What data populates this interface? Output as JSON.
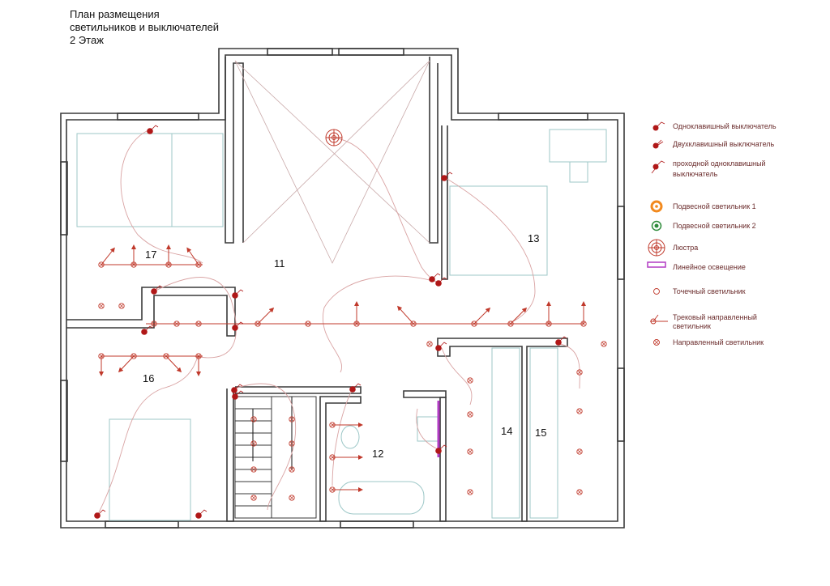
{
  "title": {
    "line1": "План размещения",
    "line2": "светильников и выключателей",
    "line3": "2 Этаж"
  },
  "rooms": [
    {
      "id": "11",
      "label": "11"
    },
    {
      "id": "12",
      "label": "12"
    },
    {
      "id": "13",
      "label": "13"
    },
    {
      "id": "14",
      "label": "14"
    },
    {
      "id": "15",
      "label": "15"
    },
    {
      "id": "16",
      "label": "16"
    },
    {
      "id": "17",
      "label": "17"
    }
  ],
  "legend": {
    "single_switch": "Одноклавишный выключатель",
    "double_switch": "Двухклавишный выключатель",
    "pass_switch_1": "проходной одноклавишный",
    "pass_switch_2": "выключатель",
    "pendant_1": "Подвесной светильник 1",
    "pendant_2": "Подвесной светильник 2",
    "chandelier": "Люстра",
    "linear": "Линейное освещение",
    "spot": "Точечный светильник",
    "track_1": "Трековый направленный",
    "track_2": "светильник",
    "directional": "Направленный светильник"
  },
  "colors": {
    "wall": "#3a3a3a",
    "wire": "#d9a3a3",
    "fixture": "#c0392b",
    "switch": "#b01818",
    "pendant1": "#f28a1f",
    "pendant2": "#2e8b3a",
    "linear": "#b23cc4",
    "furniture": "#9cc7c7"
  }
}
